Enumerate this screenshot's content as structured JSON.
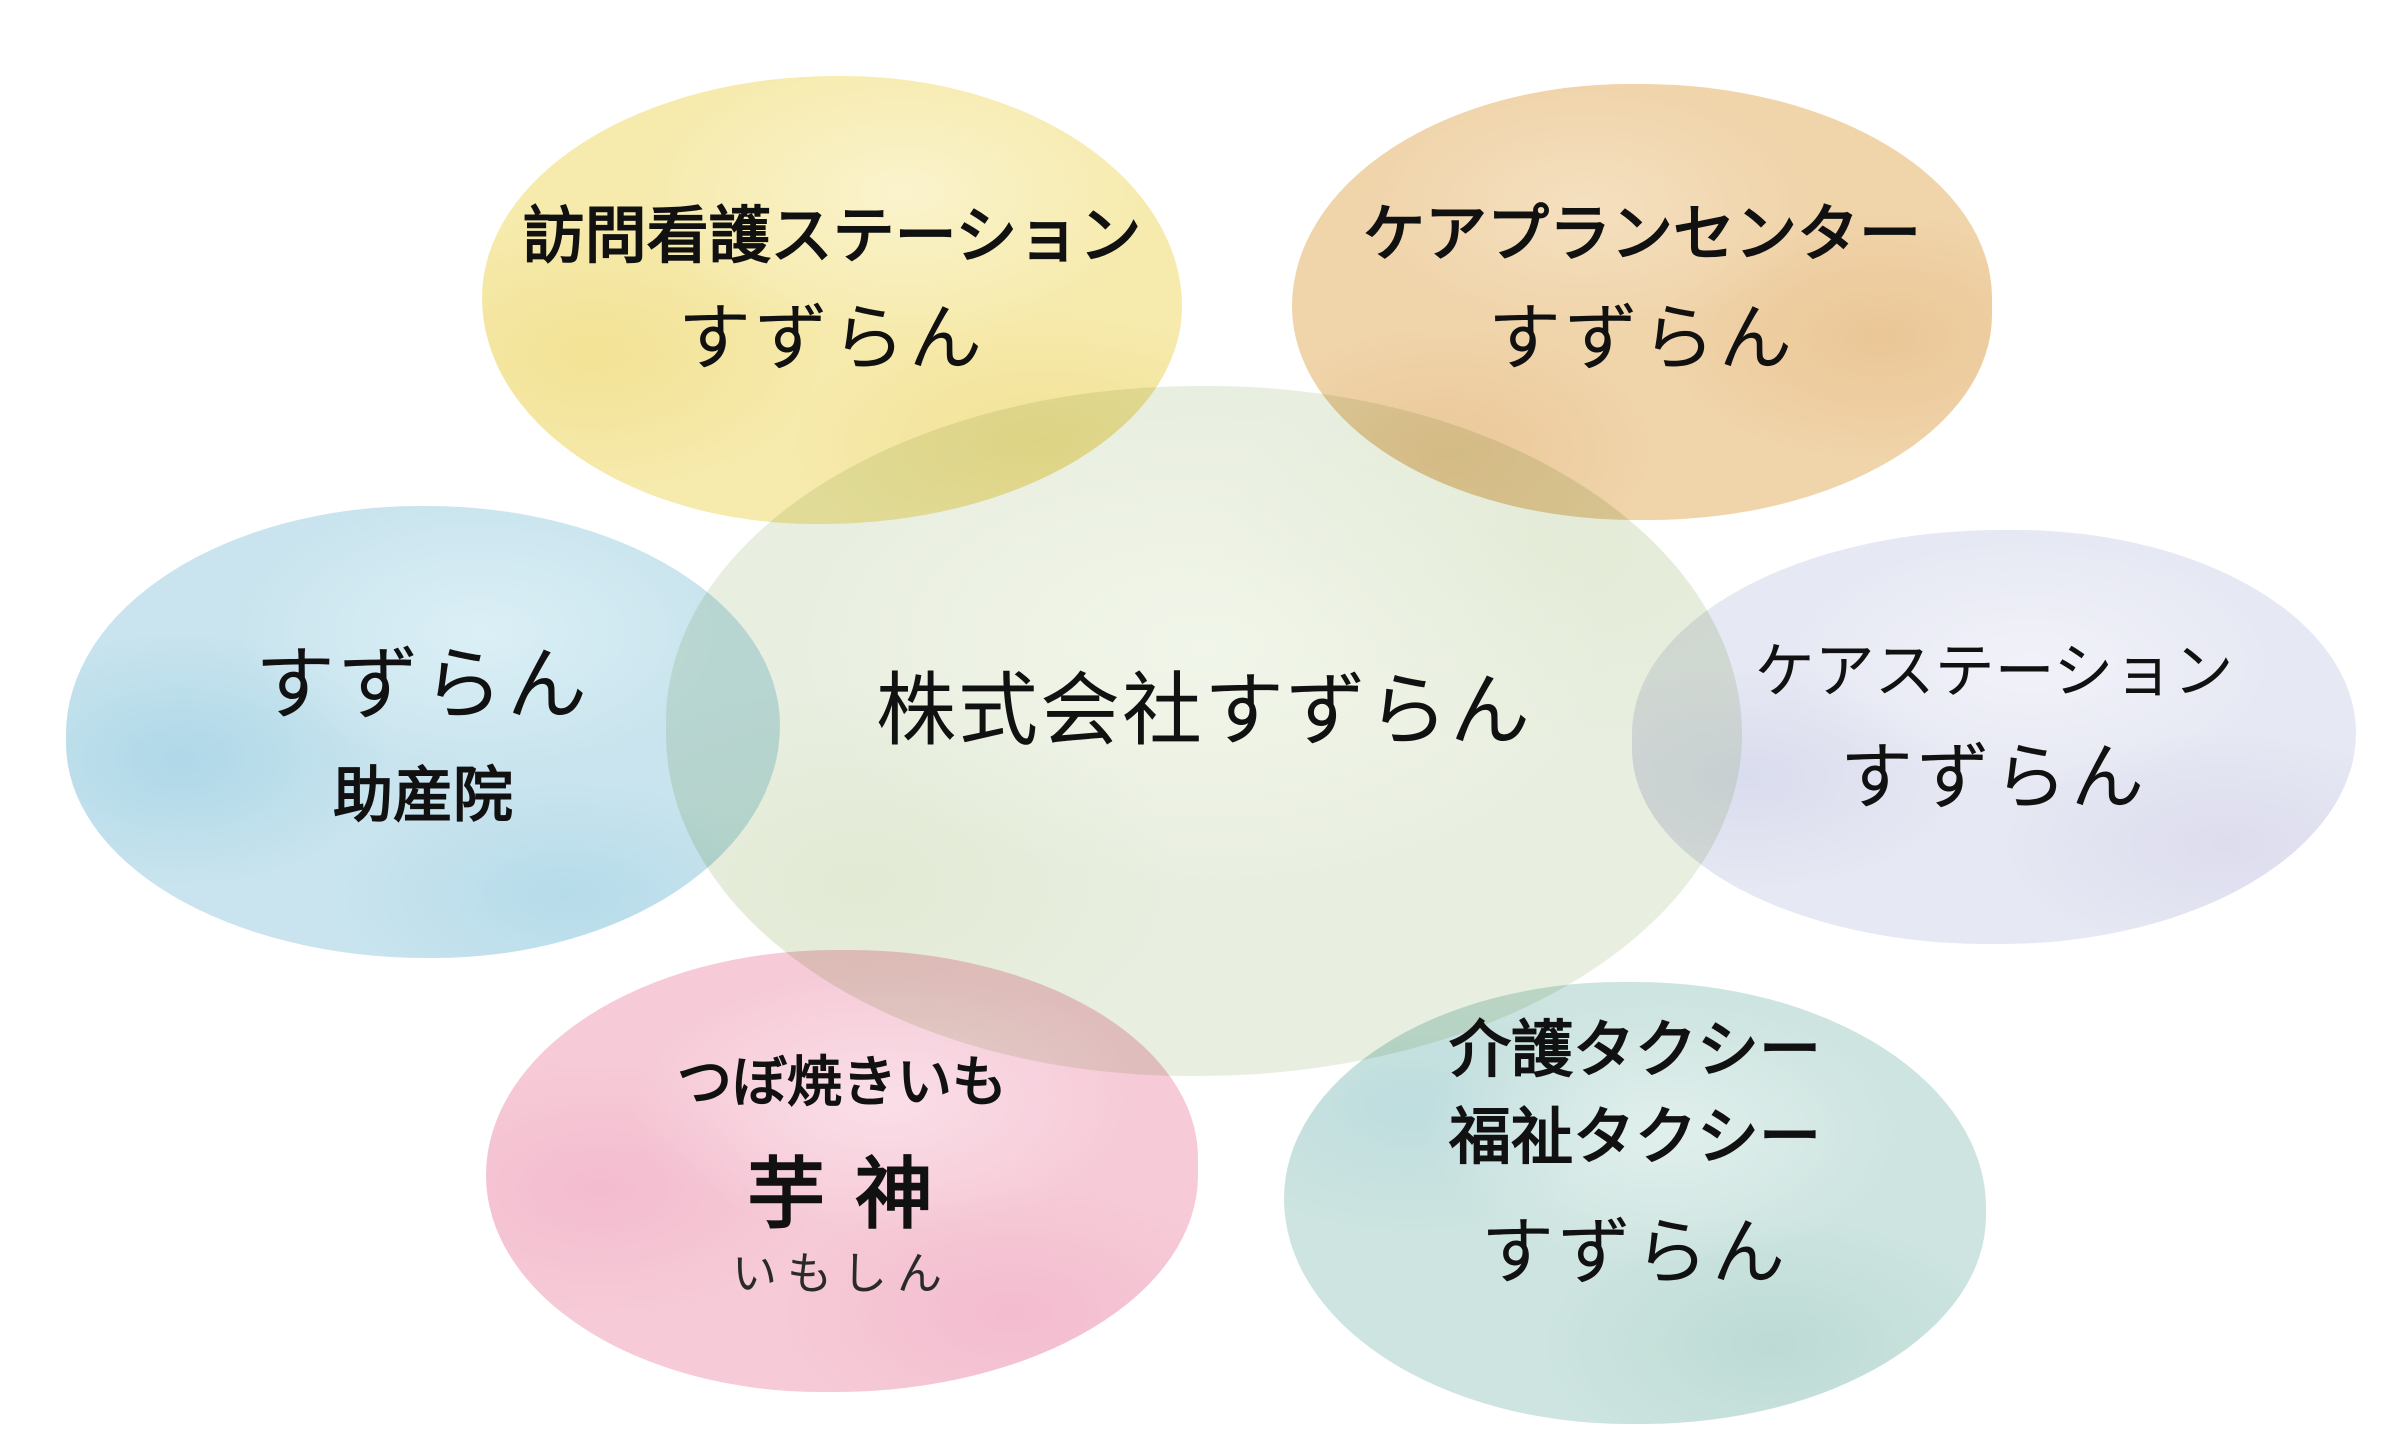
{
  "canvas": {
    "background_color": "#ffffff"
  },
  "ellipses": [
    {
      "id": "visiting-nurse-station",
      "fill": "#F6EAAC",
      "lines": [
        {
          "text": "訪問看護ステーション"
        },
        {
          "text": "すずらん"
        }
      ]
    },
    {
      "id": "care-plan-center",
      "fill": "#F0D4AA",
      "lines": [
        {
          "text": "ケアプランセンター"
        },
        {
          "text": "すずらん"
        }
      ]
    },
    {
      "id": "midwifery-clinic",
      "fill": "#C9E4EE",
      "lines": [
        {
          "text": "すずらん"
        },
        {
          "text": "助産院"
        }
      ]
    },
    {
      "id": "head-company",
      "fill": "#E9EFE0",
      "lines": [
        {
          "text": "株式会社すずらん"
        }
      ]
    },
    {
      "id": "care-station",
      "fill": "#E6E8F3",
      "lines": [
        {
          "text": "ケアステーション"
        },
        {
          "text": "すずらん"
        }
      ]
    },
    {
      "id": "tsubo-yakiimo-imoshin",
      "fill": "#F6CAD7",
      "lines": [
        {
          "text": "つぼ焼きいも"
        },
        {
          "text": "芋 神"
        },
        {
          "text": "いもしん"
        }
      ]
    },
    {
      "id": "care-taxi",
      "fill": "#CDE4E0",
      "lines": [
        {
          "text": "介護タクシー"
        },
        {
          "text": "福祉タクシー"
        },
        {
          "text": "すずらん"
        }
      ]
    }
  ]
}
